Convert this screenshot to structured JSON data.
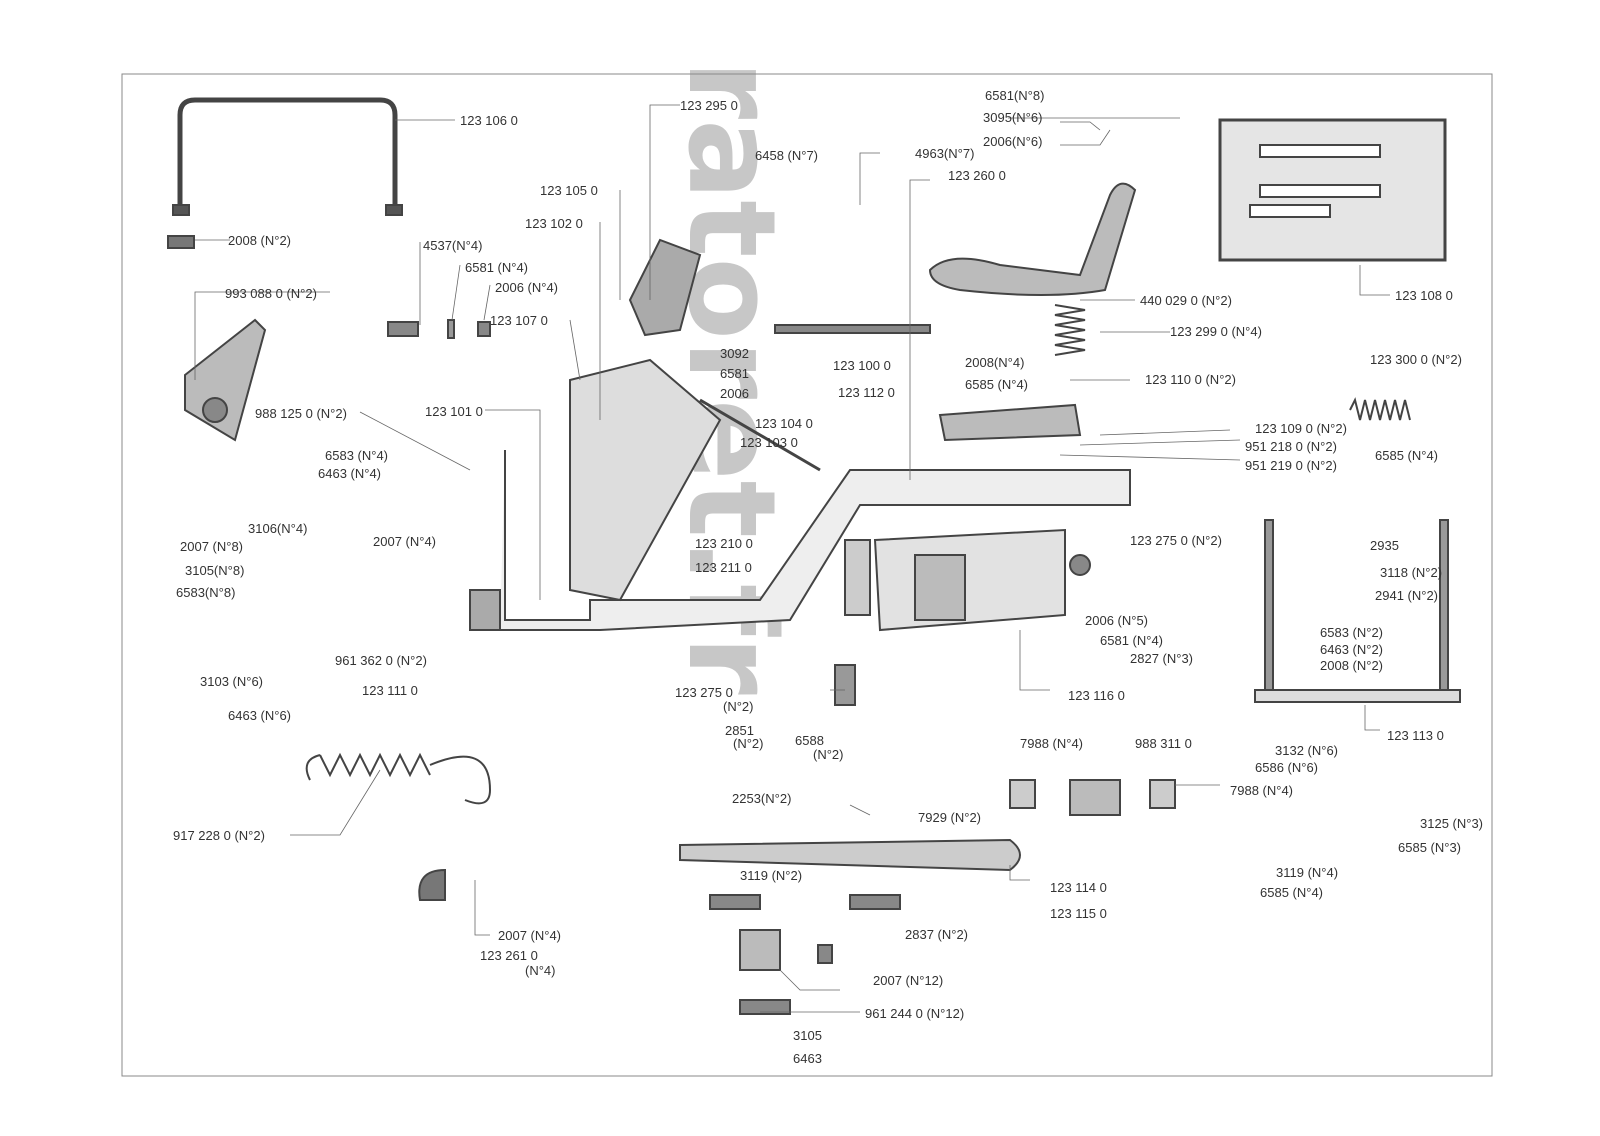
{
  "watermark": "ratoret.fr",
  "colors": {
    "ink": "#333333",
    "line": "#555555",
    "watermark": "#c7c7c7"
  },
  "labels": [
    "123 106 0",
    "2008 (N°2)",
    "123 295 0",
    "123 105 0",
    "123 102 0",
    "4537(N°4)",
    "6581 (N°4)",
    "2006 (N°4)",
    "993 088 0 (N°2)",
    "123 107 0",
    "988 125 0 (N°2)",
    "123 101 0",
    "6583 (N°4)",
    "6463 (N°4)",
    "3106(N°4)",
    "2007 (N°8)",
    "2007 (N°4)",
    "3105(N°8)",
    "6583(N°8)",
    "3103 (N°6)",
    "6463 (N°6)",
    "961 362 0 (N°2)",
    "123 111 0",
    "917 228 0 (N°2)",
    "2007 (N°4)",
    "123 261 0",
    "(N°4)",
    "3092",
    "6581",
    "2006",
    "123 104 0",
    "123 103 0",
    "123 210 0",
    "123 211 0",
    "123 275 0",
    "(N°2)",
    "2851",
    "(N°2)",
    "6588",
    "(N°2)",
    "2253(N°2)",
    "3119 (N°2)",
    "2837 (N°2)",
    "2007 (N°12)",
    "961 244 0 (N°12)",
    "3105",
    "6463",
    "6458 (N°7)",
    "4963(N°7)",
    "123 260 0",
    "6581(N°8)",
    "3095(N°6)",
    "2006(N°6)",
    "123 108 0",
    "440 029 0 (N°2)",
    "123 299 0 (N°4)",
    "123 100 0",
    "123 112 0",
    "2008(N°4)",
    "6585 (N°4)",
    "123 110 0 (N°2)",
    "123 300 0 (N°2)",
    "123 109 0 (N°2)",
    "951 218 0 (N°2)",
    "951 219 0 (N°2)",
    "6585 (N°4)",
    "123 275 0 (N°2)",
    "2935",
    "3118 (N°2)",
    "2941 (N°2)",
    "2006 (N°5)",
    "6581 (N°4)",
    "2827 (N°3)",
    "6583 (N°2)",
    "6463 (N°2)",
    "2008 (N°2)",
    "123 116 0",
    "123 113 0",
    "7988 (N°4)",
    "988 311 0",
    "3132 (N°6)",
    "6586 (N°6)",
    "7988 (N°4)",
    "7929 (N°2)",
    "3125 (N°3)",
    "6585 (N°3)",
    "3119 (N°4)",
    "6585 (N°4)",
    "123 114 0",
    "123 115 0"
  ]
}
